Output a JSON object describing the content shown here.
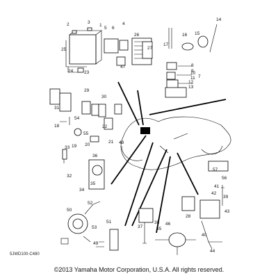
{
  "diagram": {
    "code": "5JWD100-C480",
    "copyright": "©2013 Yamaha Motor Corporation, U.S.A. All rights reserved.",
    "callouts": [
      "1",
      "2",
      "3",
      "4",
      "5",
      "6",
      "7",
      "8",
      "9",
      "10",
      "11",
      "12",
      "13",
      "14",
      "15",
      "16",
      "17",
      "18",
      "19",
      "20",
      "21",
      "22",
      "23",
      "24",
      "25",
      "26",
      "27",
      "28",
      "29",
      "30",
      "31",
      "32",
      "33",
      "34",
      "35",
      "36",
      "37",
      "38",
      "39",
      "40",
      "41",
      "42",
      "43",
      "44",
      "45",
      "46",
      "47",
      "48",
      "49",
      "50",
      "51",
      "52",
      "53",
      "54",
      "55",
      "56",
      "57"
    ]
  }
}
